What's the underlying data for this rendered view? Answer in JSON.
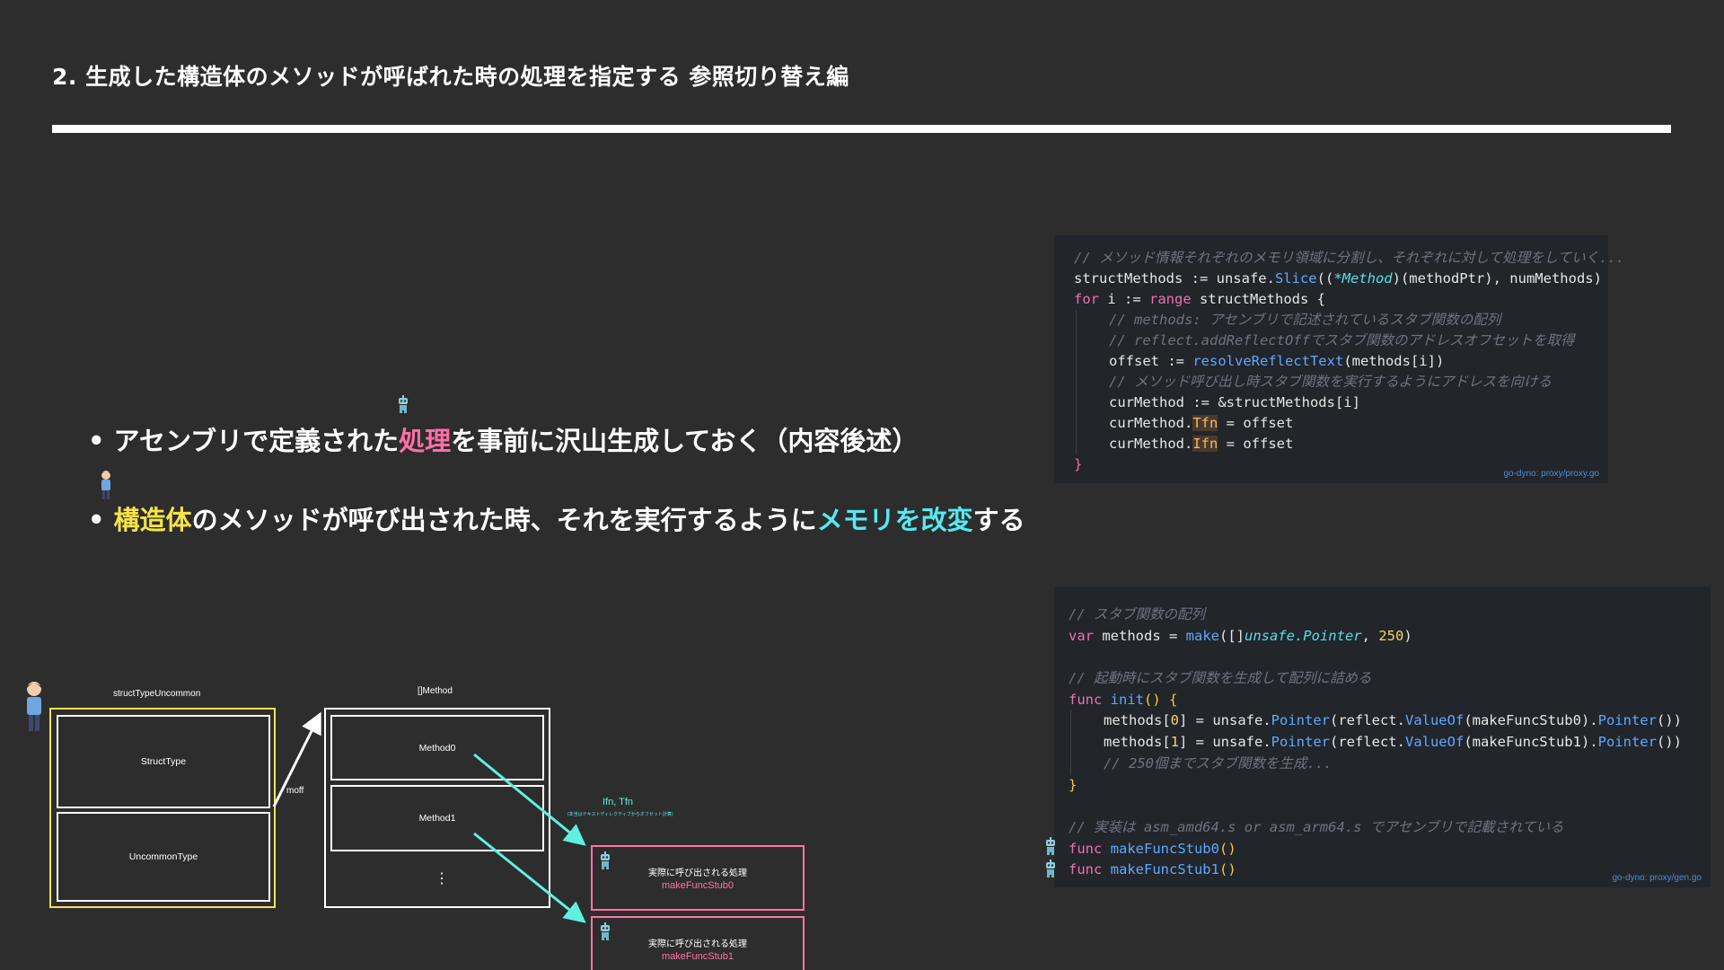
{
  "slide": {
    "title": "2. 生成した構造体のメソッドが呼ばれた時の処理を指定する 参照切り替え編"
  },
  "bullets": [
    {
      "pre": "アセンブリで定義された",
      "hl": "処理",
      "post": "を事前に沢山生成しておく（内容後述）",
      "hl_color": "#ff6fa6"
    },
    {
      "pre": "",
      "hl": "構造体",
      "mid": "のメソッドが呼び出された時、それを実行するように",
      "hl2": "メモリを改変",
      "post": "する",
      "hl_color": "#f7e24b",
      "hl2_color": "#56e9f2"
    }
  ],
  "code1": {
    "source": "go-dyno: proxy/proxy.go",
    "comment1": "// メソッド情報それぞれのメモリ領域に分割し、それぞれに対して処理をしていく...",
    "l2_a": "structMethods := unsafe.",
    "l2_fn": "Slice",
    "l2_b": "((",
    "l2_ty": "*Method",
    "l2_c": ")(methodPtr), numMethods)",
    "l3_kw": "for",
    "l3_a": " i := ",
    "l3_kw2": "range",
    "l3_b": " structMethods {",
    "comment2": "// methods: アセンブリで記述されているスタブ関数の配列",
    "comment3": "// reflect.addReflectOffでスタブ関数のアドレスオフセットを取得",
    "l6_a": "offset := ",
    "l6_fn": "resolveReflectText",
    "l6_b": "(methods[i])",
    "comment4": "// メソッド呼び出し時スタブ関数を実行するようにアドレスを向ける",
    "l8": "curMethod := &structMethods[i]",
    "l9_a": "curMethod.",
    "l9_fld": "Tfn",
    "l9_b": " = offset",
    "l10_a": "curMethod.",
    "l10_fld": "Ifn",
    "l10_b": " = offset",
    "l11": "}"
  },
  "code2": {
    "source": "go-dyno: proxy/gen.go",
    "comment1": "// スタブ関数の配列",
    "l2_kw": "var",
    "l2_a": " methods = ",
    "l2_fn": "make",
    "l2_b": "([]",
    "l2_ty": "unsafe.Pointer",
    "l2_c": ", ",
    "l2_num": "250",
    "l2_d": ")",
    "comment2": "// 起動時にスタブ関数を生成して配列に詰める",
    "l5_kw": "func",
    "l5_fn": " init",
    "l5_b": "() {",
    "l6_a": "methods[",
    "l6_idx": "0",
    "l6_b": "] = unsafe.",
    "l6_fn": "Pointer",
    "l6_c": "(reflect.",
    "l6_fn2": "ValueOf",
    "l6_d": "(makeFuncStub0).",
    "l6_fn3": "Pointer",
    "l6_e": "())",
    "l7_a": "methods[",
    "l7_idx": "1",
    "l7_b": "] = unsafe.",
    "l7_fn": "Pointer",
    "l7_c": "(reflect.",
    "l7_fn2": "ValueOf",
    "l7_d": "(makeFuncStub1).",
    "l7_fn3": "Pointer",
    "l7_e": "())",
    "comment3": "// 250個までスタブ関数を生成...",
    "l9": "}",
    "comment4": "// 実装は asm_amd64.s or asm_arm64.s でアセンブリで記載されている",
    "l12_kw": "func",
    "l12_fn": " makeFuncStub0",
    "l12_b": "()",
    "l13_kw": "func",
    "l13_fn": " makeFuncStub1",
    "l13_b": "()"
  },
  "diagram": {
    "struct_label": "structTypeUncommon",
    "struct_type": "StructType",
    "uncommon_type": "UncommonType",
    "moff": "moff",
    "method_label": "[]Method",
    "method0": "Method0",
    "method1": "Method1",
    "ellipsis": "⋮",
    "ifn_tfn": "Ifn, Tfn",
    "ifn_note": "(本当はテキストディレクティブからオフセット計算)",
    "stub_desc": "実際に呼び出される処理",
    "stub0": "makeFuncStub0",
    "stub1": "makeFuncStub1"
  },
  "colors": {
    "background": "#2d2d2d",
    "pink": "#ff6fa6",
    "yellow": "#f2e15a",
    "cyan": "#56e9f2",
    "arrow": "#5ff0e0"
  },
  "icons": [
    "robot-icon",
    "person-icon"
  ]
}
